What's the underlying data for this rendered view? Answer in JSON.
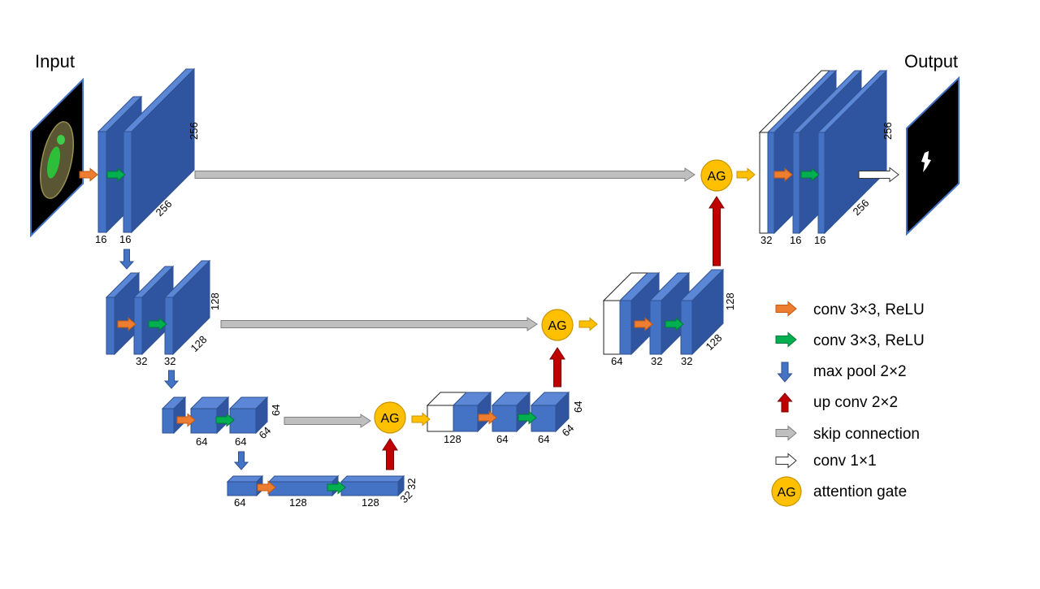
{
  "titles": {
    "input": "Input",
    "output": "Output"
  },
  "colors": {
    "block": "#4472c4",
    "block_top": "#5b87d6",
    "block_side": "#2f55a0",
    "block_edge": "#2f528f",
    "conv_relu_1": "#ed7d31",
    "conv_relu_2": "#00b050",
    "max_pool": "#4472c4",
    "up_conv": "#c00000",
    "skip": "#bfbfbf",
    "conv1x1": "#ffffff",
    "attention_gate": "#ffc000",
    "gate_arrow": "#ffc000"
  },
  "dims": {
    "enc1": {
      "ch_a": "16",
      "ch_b": "16",
      "h": "256",
      "w": "256"
    },
    "enc2": {
      "ch_a": "32",
      "ch_b": "32",
      "h": "128",
      "w": "128"
    },
    "enc3": {
      "ch_a": "64",
      "ch_b": "64",
      "h": "64",
      "w": "64"
    },
    "bott": {
      "ch_a": "64",
      "ch_b": "128",
      "ch_c": "128",
      "h": "32",
      "w": "32"
    },
    "dec3": {
      "ch_a": "128",
      "ch_b": "64",
      "ch_c": "64",
      "h": "64",
      "w": "64"
    },
    "dec2": {
      "ch_a": "64",
      "ch_b": "32",
      "ch_c": "32",
      "h": "128",
      "w": "128"
    },
    "dec1": {
      "ch_a": "32",
      "ch_b": "16",
      "ch_c": "16",
      "h": "256",
      "w": "256"
    }
  },
  "ag_label": "AG",
  "legend": [
    {
      "icon": "orange-arrow-icon",
      "label": "conv 3×3, ReLU"
    },
    {
      "icon": "green-arrow-icon",
      "label": "conv 3×3, ReLU"
    },
    {
      "icon": "blue-down-arrow-icon",
      "label": "max pool 2×2"
    },
    {
      "icon": "red-up-arrow-icon",
      "label": "up conv 2×2"
    },
    {
      "icon": "gray-arrow-icon",
      "label": "skip connection"
    },
    {
      "icon": "white-arrow-icon",
      "label": "conv 1×1"
    },
    {
      "icon": "ag-circle-icon",
      "label": "attention gate"
    }
  ]
}
